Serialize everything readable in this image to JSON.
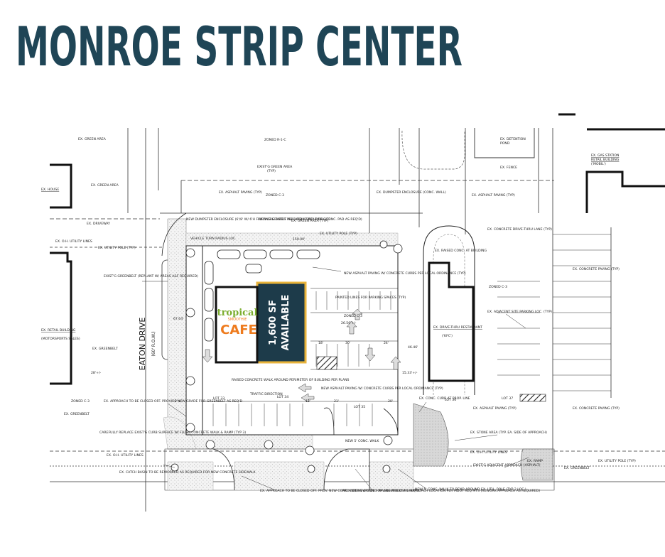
{
  "title": "MONROE STRIP CENTER",
  "colors": {
    "title": "#1f4556",
    "available_fill": "#1d3b4a",
    "available_border": "#e8b33a",
    "cafe_orange": "#ee7b1e",
    "cafe_green": "#7cae2f"
  },
  "street": {
    "name": "EATON DRIVE",
    "row": "(60' R.O.W.)"
  },
  "available": {
    "area": "1,600 SF",
    "status": "AVAILABLE"
  },
  "tenant": {
    "line1": "tropical",
    "line2": "SMOOTHIE",
    "line3": "CAFE"
  },
  "labels": {
    "ex_green_area_top": "EX. GREEN AREA",
    "zoned_r1c": "ZONED R-1-C",
    "exstg_green": "EXIST'G GREEN AREA",
    "exstg_green_typ": "(TYP)",
    "ex_detention": "EX. DETENTION",
    "pond": "POND",
    "ex_fence": "EX. FENCE",
    "ex_gas": "EX. GAS STATION",
    "retail_building": "RETAIL BUILDING",
    "mobil": "('MOBIL')",
    "ex_house": "EX. HOUSE",
    "ex_green_area_left": "EX. GREEN AREA",
    "ex_driveway": "EX. DRIVEWAY",
    "ex_oh_utility_left": "EX. O.H. UTILITY LINES",
    "ex_utility_pole_left": "EX. UTILITY POLE (TYP)",
    "ex_asphalt_1": "EX. ASPHALT PAVING (TYP)",
    "zoned_c3_top": "ZONED C-3",
    "ex_dumpster": "EX. DUMPSTER ENCLOSURE (CONC. WALL)",
    "ex_asphalt_right": "EX. ASPHALT PAVING (TYP)",
    "new_dumpster": "NEW DUMPSTER ENCLOSURE (6'/8' W/ 6'H FENCING & GATES PER LOCAL ORD. PROV. CONC. PAD AS REQ'D)",
    "new_greenbelt": "NEW GREENBELT W/ CURB AT REAR OF SITE",
    "ex_green_typ": "EX. GREEN AREA (TYP)",
    "ex_utility_pole_mid": "EX. UTILITY POLE (TYP)",
    "vehicle_turn": "VEHICLE TURN RADIUS LOC.",
    "dim_150": "150.00'",
    "ex_concrete_drive": "EX. CONCRETE DRIVE-THRU LANE (TYP)",
    "ex_raised": "EX. RAISED CONC. AT BUILDING",
    "exstg_greenbelt": "EXIST'G GREENBELT (REPLANT W/ AREAS A&F REQUIRED)",
    "new_asphalt_1": "NEW ASPHALT PAVING W/ CONCRETE CURBS PER LOCAL ORDINANCE (TYP)",
    "zoned_c3_right": "ZONED C-3",
    "ex_concrete_paving_right": "EX. CONCRETE PAVING (TYP)",
    "zoned_c3_mid": "ZONED C-3",
    "ex_adjacent_parking": "EX. ADJACENT SITE PARKING LOC. (TYP)",
    "ex_drive_thru": "EX. DRIVE-THRU RESTAURANT",
    "kfc": "('KFC')",
    "ex_retail": "EX. RETAIL BUILDING",
    "motorsports": "(MOTORSPORTS SALES)",
    "ex_greenbelt_left": "EX. GREENBELT",
    "dim_28": "28'+/-",
    "raised_conc_walk": "RAISED CONCRETE WALK AROUND PERIMETER OF BUILDING PER PLANS",
    "new_asphalt_2": "NEW ASPHALT PAVING W/ CONCRETE CURBS PER LOCAL ORDINANCE (TYP)",
    "ex_conc_curb": "EX. CONC. CURB AT PROP. LINE",
    "zoned_c3_left": "ZONED C-3",
    "ex_approach_closed": "EX. APPROACH TO BE CLOSED OFF. PROVIDE NEW GRADE FOR GREENBELT AS REQ'D",
    "ex_greenbelt_lower": "EX. GREENBELT",
    "traffic_direction": "TRAFFIC DIRECTION",
    "lot33": "LOT 33",
    "lot34": "LOT 34",
    "lot35": "LOT 35",
    "lot36": "LOT 36",
    "lot37": "LOT 37",
    "ex_asphalt_lower": "EX. ASPHALT PAVING (TYP)",
    "ex_concrete_paving_lower": "EX. CONCRETE PAVING (TYP)",
    "replace_curb": "CAREFULLY REPLACE EXIST'G CURB SURFACE W/ FLUSH CONCRETE WALK & RAMP (TYP 3)",
    "ex_stone": "EX. STONE AREA (TYP. EA. SIDE OF APPROACH)",
    "ex_oh_utility_bottom_left": "EX. O.H. UTILITY LINES",
    "ex_oh_utility_bottom_right": "EX. O.H. UTILITY LINES",
    "ex_utility_pole_bottom": "EX. UTILITY POLE (TYP)",
    "ex_greenbelt_bottom": "EX. GREENBELT",
    "ex_catch_basin": "EX. CATCH BASIN TO BE REWORKED AS REQUIRED FOR NEW CONCRETE SIDEWALK",
    "exstg_adj_approach": "EXIST'G ADJACENT APPROACH (ASPHALT)",
    "ex_approach_closed_2": "EX. APPROACH TO BE CLOSED OFF. PROV. NEW CONC. CURB & GRADE FOR GREENBELT AS REQ'D",
    "provide_conc": "PROVIDE NEW CONC. PAVING AT EXIST'G APPROACH LOCATION PER MDOT REQ'MTS (REWORK APPROACH AS REQUIRED)",
    "new_conc_walk": "NEW 5' CONC. WALK TO BEND AROUND EX. UTIL. POLE (TYP 2 LOC.)",
    "ex_ramp": "EX. RAMP",
    "dim_30": "30'",
    "dim_24": "24'",
    "dim_18": "18'",
    "dim_21": "21'",
    "dim_13": "13'",
    "dim_20": "20'",
    "dim_1533": "15.33'+/-",
    "dim_4646": "46.46'",
    "dim_6764": "67.64'",
    "painted_lines": "PAINTED LINES FOR PARKING SPACES (TYP)",
    "zoned_c3_site": "ZONED C-3",
    "dim_2656": "26.56'+/-",
    "dim_zone": "2'+/-",
    "sidewalk": "NEW 5' CONC. WALK",
    "greenbelt_lower_left": "EX. GREENBELT"
  }
}
